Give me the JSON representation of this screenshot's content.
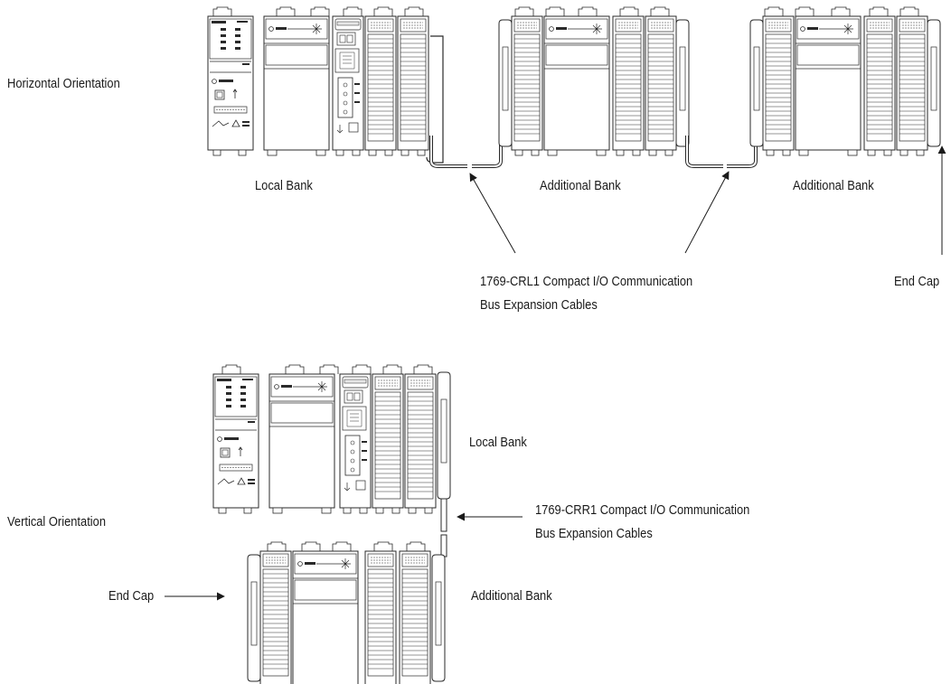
{
  "horizontal": {
    "orientation_label": "Horizontal Orientation",
    "bank_labels": [
      "Local Bank",
      "Additional Bank",
      "Additional Bank"
    ],
    "cable_label_line1": "1769-CRL1 Compact I/O Communication",
    "cable_label_line2": "Bus Expansion Cables",
    "end_cap_label": "End Cap"
  },
  "vertical": {
    "orientation_label": "Vertical Orientation",
    "local_bank_label": "Local Bank",
    "additional_bank_label": "Additional Bank",
    "cable_label_line1": "1769-CRR1 Compact I/O Communication",
    "cable_label_line2": "Bus Expansion Cables",
    "end_cap_label": "End Cap"
  },
  "colors": {
    "line": "#2a2a2a",
    "module_fill": "#ffffff",
    "module_shade": "#e6e6e6"
  }
}
